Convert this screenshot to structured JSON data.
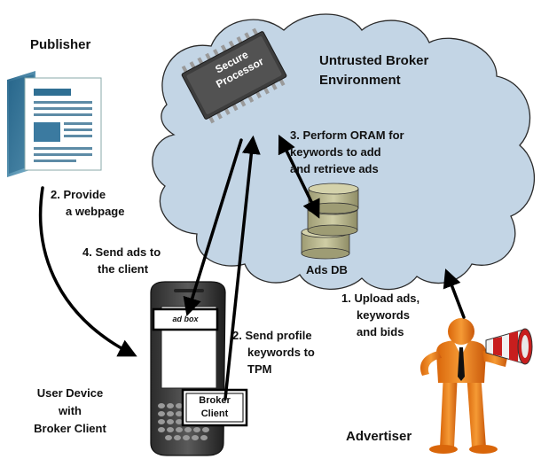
{
  "publisher": {
    "label": "Publisher",
    "icon": "webpage-document-icon"
  },
  "cloud": {
    "title": [
      "Untrusted Broker",
      "Environment"
    ]
  },
  "secure_processor": {
    "label": [
      "Secure",
      "Processor"
    ],
    "icon": "chip-icon"
  },
  "ads_db": {
    "label": "Ads DB",
    "icon": "database-icon"
  },
  "user_device": {
    "label": [
      "User Device",
      "with",
      "Broker Client"
    ],
    "ad_box": "ad box",
    "broker_client": [
      "Broker",
      "Client"
    ],
    "icon": "smartphone-icon"
  },
  "advertiser": {
    "label": "Advertiser",
    "icon": "person-megaphone-icon"
  },
  "steps": {
    "step1": [
      "1. Upload ads,",
      "keywords",
      "and bids"
    ],
    "step2_webpage": [
      "2. Provide",
      "a webpage"
    ],
    "step2_profile": [
      "2. Send profile",
      "keywords to",
      "TPM"
    ],
    "step3": [
      "3. Perform ORAM for",
      "keywords to add",
      "and retrieve ads"
    ],
    "step4": [
      "4. Send ads to",
      "the client"
    ]
  },
  "colors": {
    "cloud": "#c3d5e5",
    "cloud_stroke": "#2a2a2a",
    "db": "#b8b690",
    "person": "#f07f12",
    "chip": "#4a4a4a"
  }
}
